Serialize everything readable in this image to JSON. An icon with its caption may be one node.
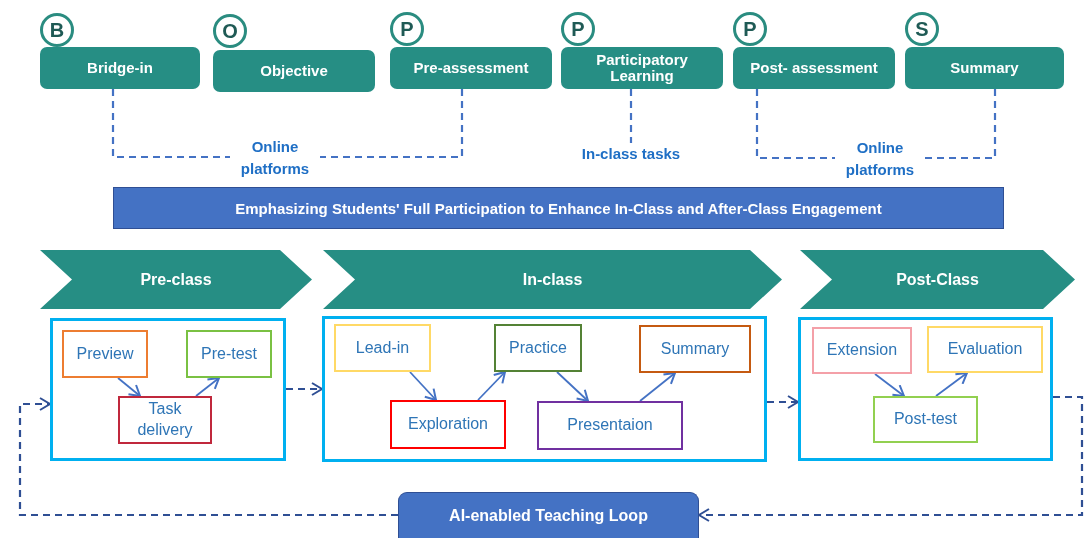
{
  "diagram": {
    "nodes": [
      {
        "text": [
          "B",
          "Bridge-in"
        ]
      },
      {
        "text": [
          "O",
          "Objective"
        ]
      },
      {
        "text": [
          "P",
          "Pre-assessment"
        ]
      },
      {
        "text": [
          "P",
          "Participatory Learning"
        ]
      },
      {
        "text": [
          "P",
          "Post- assessment"
        ]
      },
      {
        "text": [
          "S",
          "Summary"
        ]
      },
      {
        "text": [
          "Online platforms"
        ]
      },
      {
        "text": [
          "In-class tasks"
        ]
      },
      {
        "text": [
          "Online platforms"
        ]
      },
      {
        "text": [
          "Emphasizing Students' Full Participation to Enhance In-Class and After-Class Engagement"
        ]
      },
      {
        "text": [
          "Pre-class"
        ]
      },
      {
        "text": [
          "In-class"
        ]
      },
      {
        "text": [
          "Post-Class"
        ]
      },
      {
        "text": [],
        "shape": "box"
      },
      {
        "text": [
          "Preview"
        ],
        "in": 13
      },
      {
        "text": [
          "Pre-test"
        ],
        "in": 13
      },
      {
        "text": [
          "Task delivery"
        ],
        "in": 13
      },
      {
        "text": [],
        "shape": "box"
      },
      {
        "text": [
          "Lead-in"
        ],
        "in": 17
      },
      {
        "text": [
          "Practice"
        ],
        "in": 17
      },
      {
        "text": [
          "Summary"
        ],
        "in": 17
      },
      {
        "text": [
          "Exploration"
        ],
        "in": 17
      },
      {
        "text": [
          "Presentaion"
        ],
        "in": 17
      },
      {
        "text": [],
        "shape": "box"
      },
      {
        "text": [
          "Extension"
        ],
        "in": 23
      },
      {
        "text": [
          "Evaluation"
        ],
        "in": 23
      },
      {
        "text": [
          "Post-test"
        ],
        "in": 23
      },
      {
        "text": [
          "AI-enabled Teaching Loop"
        ]
      }
    ],
    "edges": [
      {
        "from": 0,
        "to": 6,
        "arrow": "none",
        "style": "dashed"
      },
      {
        "from": 2,
        "to": 6,
        "arrow": "none",
        "style": "dashed"
      },
      {
        "from": 3,
        "to": 7,
        "arrow": "none",
        "style": "dashed"
      },
      {
        "from": 4,
        "to": 8,
        "arrow": "none",
        "style": "dashed"
      },
      {
        "from": 5,
        "to": 8,
        "arrow": "none",
        "style": "dashed"
      },
      {
        "from": 14,
        "to": 16,
        "arrow": "to"
      },
      {
        "from": 16,
        "to": 15,
        "arrow": "to"
      },
      {
        "from": 18,
        "to": 21,
        "arrow": "to"
      },
      {
        "from": 21,
        "to": 19,
        "arrow": "to"
      },
      {
        "from": 19,
        "to": 22,
        "arrow": "to"
      },
      {
        "from": 22,
        "to": 20,
        "arrow": "to"
      },
      {
        "from": 24,
        "to": 26,
        "arrow": "to"
      },
      {
        "from": 26,
        "to": 25,
        "arrow": "to"
      },
      {
        "from": 13,
        "to": 17,
        "arrow": "to",
        "style": "dashed",
        "color": "#2f4f94"
      },
      {
        "from": 17,
        "to": 23,
        "arrow": "to",
        "style": "dashed",
        "color": "#2f4f94"
      },
      {
        "from": 23,
        "to": 27,
        "arrow": "to",
        "style": "dashed",
        "color": "#2f4f94"
      },
      {
        "from": 27,
        "to": 13,
        "arrow": "to",
        "style": "dashed",
        "color": "#2f4f94"
      }
    ]
  }
}
